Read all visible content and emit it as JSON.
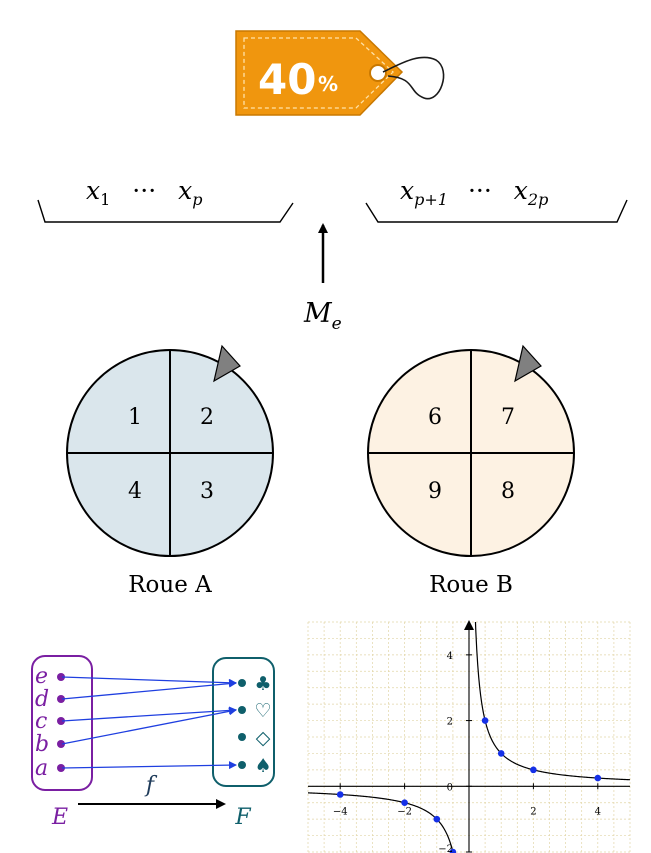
{
  "tag": {
    "value": "40",
    "unit": "%",
    "color": "#f0960e",
    "dark": "#b96a00"
  },
  "median": {
    "left": [
      "x",
      "1",
      "···",
      "x",
      "p"
    ],
    "right": [
      "x",
      "p+1",
      "···",
      "x",
      "2p"
    ],
    "label_main": "M",
    "label_sub": "e"
  },
  "wheels": [
    {
      "name": "Roue A",
      "fill": "#dae6ec",
      "numbers": [
        "1",
        "2",
        "4",
        "3"
      ]
    },
    {
      "name": "Roue B",
      "fill": "#fdf2e3",
      "numbers": [
        "6",
        "7",
        "9",
        "8"
      ]
    }
  ],
  "mapping": {
    "set_e": "E",
    "set_f": "F",
    "func": "f",
    "e_items": [
      "e",
      "d",
      "c",
      "b",
      "a"
    ],
    "f_items": [
      "♣",
      "♡",
      "◇",
      "♠"
    ],
    "color_e": "#7a1fa2",
    "color_f": "#0f5f6b",
    "arrow_color": "#1f3fe0"
  },
  "chart_data": {
    "type": "line",
    "function": "y = 1/x",
    "xlim": [
      -5,
      5
    ],
    "ylim": [
      -2,
      5
    ],
    "x_ticks": [
      -4,
      -2,
      0,
      2,
      4
    ],
    "y_ticks": [
      -2,
      0,
      2,
      4
    ],
    "grid": true,
    "points": [
      [
        -4,
        -0.25
      ],
      [
        -2,
        -0.5
      ],
      [
        -1,
        -1
      ],
      [
        -0.5,
        -2
      ],
      [
        0.5,
        2
      ],
      [
        1,
        1
      ],
      [
        2,
        0.5
      ],
      [
        4,
        0.25
      ]
    ]
  }
}
